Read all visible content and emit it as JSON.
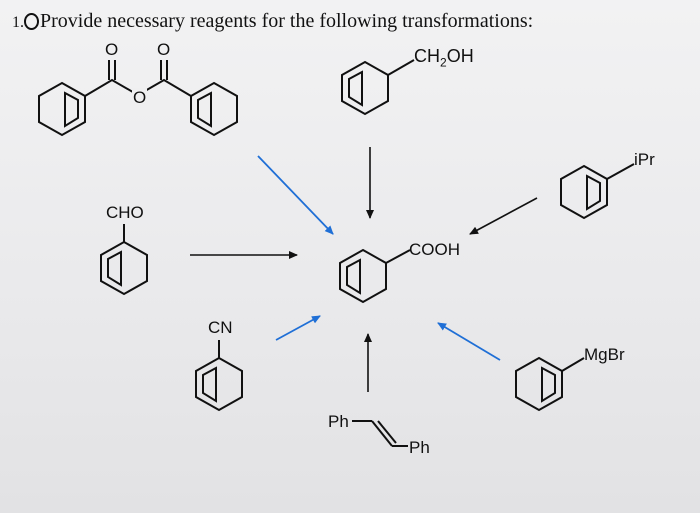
{
  "question": {
    "number": "1.",
    "text": "Provide necessary reagents for the following transformations:"
  },
  "molecules": {
    "anhydride": {
      "o_left": "O",
      "o_right": "O",
      "o_bridge": "O"
    },
    "benzyl_alcohol": {
      "label_main": "CH",
      "label_sub": "2",
      "label_end": "OH"
    },
    "isopropylbenzene": {
      "label": "iPr"
    },
    "benzaldehyde": {
      "label": "CHO"
    },
    "benzoic_acid": {
      "label": "COOH"
    },
    "benzonitrile": {
      "label": "CN"
    },
    "grignard": {
      "label": "MgBr"
    },
    "stilbene": {
      "left": "Ph",
      "right": "Ph"
    }
  },
  "colors": {
    "black_arrow": "#111111",
    "blue_arrow": "#1f6fd6",
    "ink": "#111111"
  }
}
